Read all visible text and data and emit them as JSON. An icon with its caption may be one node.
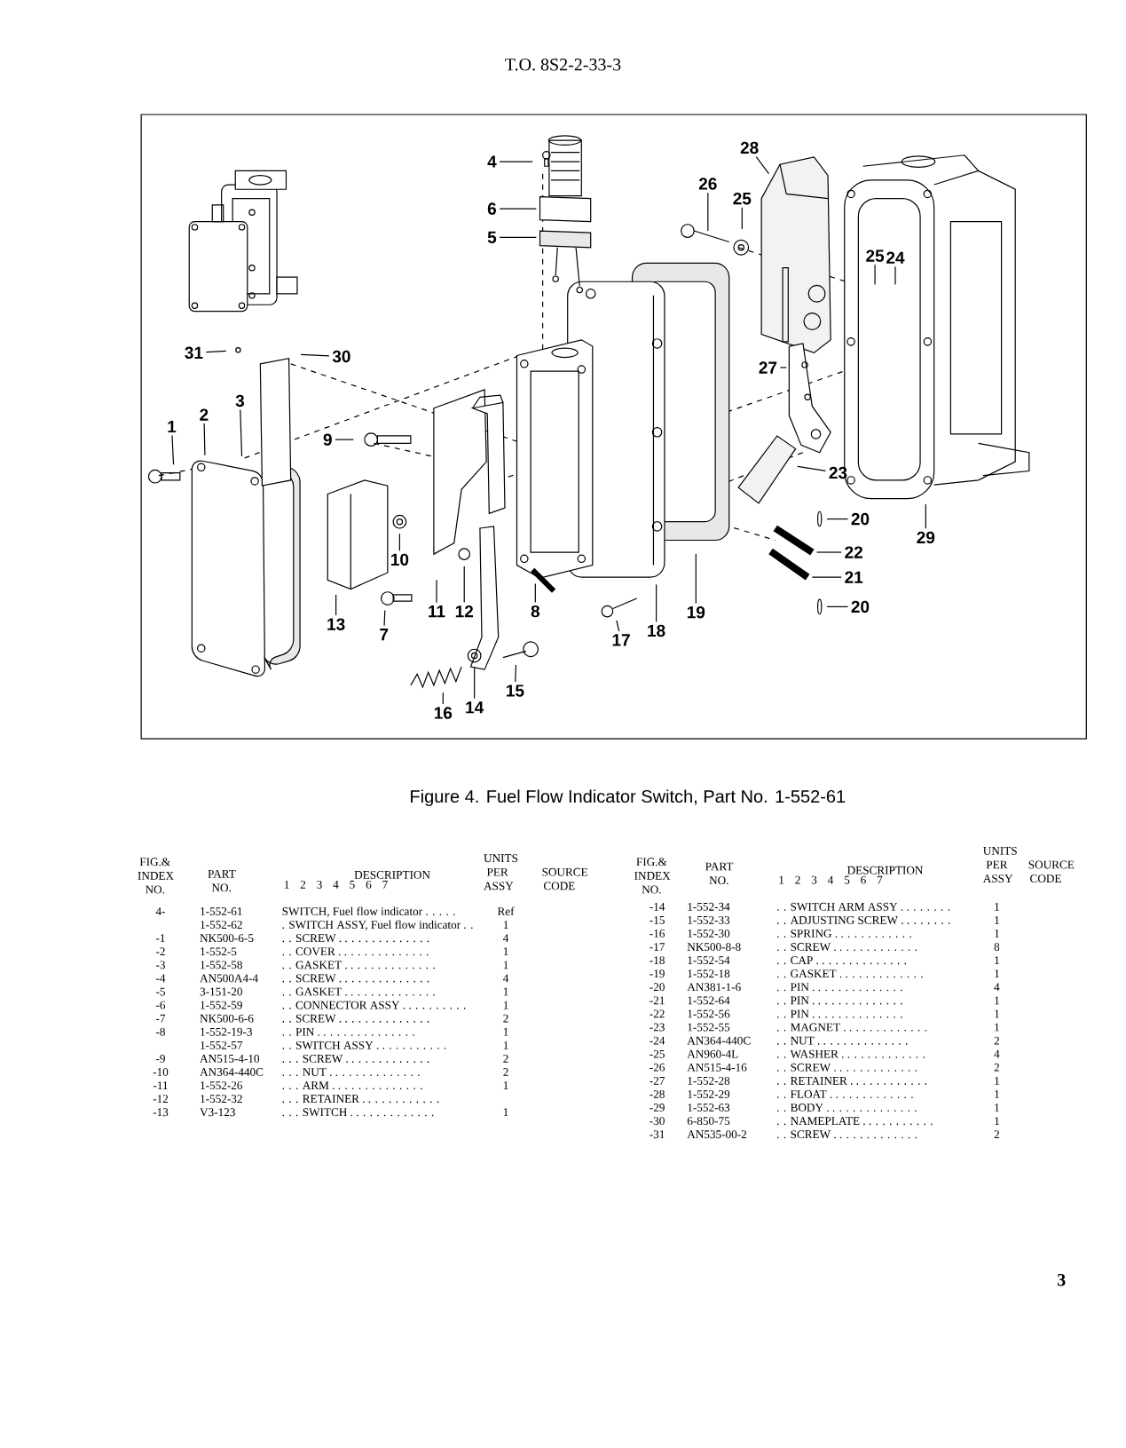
{
  "diagram": {
    "title": "T.O. 8S2-2-33-3",
    "caption": "Figure 4. Fuel Flow Indicator Switch, Part No. 1-552-61",
    "nodes": [
      {
        "text": [
          "28"
        ]
      },
      {
        "text": [
          "4"
        ]
      },
      {
        "text": [
          "26"
        ]
      },
      {
        "text": [
          "25"
        ]
      },
      {
        "text": [
          "6"
        ]
      },
      {
        "text": [
          "5"
        ]
      },
      {
        "text": [
          "25"
        ]
      },
      {
        "text": [
          "24"
        ]
      },
      {
        "text": [
          "31"
        ]
      },
      {
        "text": [
          "30"
        ]
      },
      {
        "text": [
          "27"
        ]
      },
      {
        "text": [
          "3"
        ]
      },
      {
        "text": [
          "2"
        ]
      },
      {
        "text": [
          "1"
        ]
      },
      {
        "text": [
          "9"
        ]
      },
      {
        "text": [
          "23"
        ]
      },
      {
        "text": [
          "20"
        ]
      },
      {
        "text": [
          "29"
        ]
      },
      {
        "text": [
          "22"
        ]
      },
      {
        "text": [
          "10"
        ]
      },
      {
        "text": [
          "21"
        ]
      },
      {
        "text": [
          "20"
        ]
      },
      {
        "text": [
          "11"
        ]
      },
      {
        "text": [
          "12"
        ]
      },
      {
        "text": [
          "8"
        ]
      },
      {
        "text": [
          "19"
        ]
      },
      {
        "text": [
          "13"
        ]
      },
      {
        "text": [
          "7"
        ]
      },
      {
        "text": [
          "18"
        ]
      },
      {
        "text": [
          "17"
        ]
      },
      {
        "text": [
          "15"
        ]
      },
      {
        "text": [
          "14"
        ]
      },
      {
        "text": [
          "16"
        ]
      }
    ],
    "edges": [
      {
        "from": 0,
        "to": null,
        "arrow": "none"
      },
      {
        "from": 1,
        "to": null,
        "arrow": "none"
      },
      {
        "from": 2,
        "to": null,
        "arrow": "none"
      },
      {
        "from": 3,
        "to": null,
        "arrow": "none"
      },
      {
        "from": 4,
        "to": null,
        "arrow": "none"
      },
      {
        "from": 5,
        "to": null,
        "arrow": "none"
      },
      {
        "from": 6,
        "to": null,
        "arrow": "none"
      },
      {
        "from": 7,
        "to": null,
        "arrow": "none"
      },
      {
        "from": 8,
        "to": null,
        "arrow": "none"
      },
      {
        "from": 9,
        "to": null,
        "arrow": "none"
      },
      {
        "from": 10,
        "to": null,
        "arrow": "none"
      },
      {
        "from": 11,
        "to": null,
        "arrow": "none"
      },
      {
        "from": 12,
        "to": null,
        "arrow": "none"
      },
      {
        "from": 13,
        "to": null,
        "arrow": "none"
      },
      {
        "from": 14,
        "to": null,
        "arrow": "none"
      },
      {
        "from": 15,
        "to": null,
        "arrow": "none"
      },
      {
        "from": 16,
        "to": null,
        "arrow": "none"
      },
      {
        "from": 17,
        "to": null,
        "arrow": "none"
      },
      {
        "from": 18,
        "to": null,
        "arrow": "none"
      },
      {
        "from": 19,
        "to": null,
        "arrow": "none"
      },
      {
        "from": 20,
        "to": null,
        "arrow": "none"
      },
      {
        "from": 21,
        "to": null,
        "arrow": "none"
      },
      {
        "from": 22,
        "to": null,
        "arrow": "none"
      },
      {
        "from": 23,
        "to": null,
        "arrow": "none"
      },
      {
        "from": 24,
        "to": null,
        "arrow": "none"
      },
      {
        "from": 25,
        "to": null,
        "arrow": "none"
      },
      {
        "from": 26,
        "to": null,
        "arrow": "none"
      },
      {
        "from": 27,
        "to": null,
        "arrow": "none"
      },
      {
        "from": 28,
        "to": null,
        "arrow": "none"
      },
      {
        "from": 29,
        "to": null,
        "arrow": "none"
      },
      {
        "from": 30,
        "to": null,
        "arrow": "none"
      },
      {
        "from": 31,
        "to": null,
        "arrow": "none"
      },
      {
        "from": 32,
        "to": null,
        "arrow": "none"
      }
    ],
    "labels": [
      "FIG.& INDEX NO.",
      "PART NO.",
      "DESCRIPTION",
      "1 2 3 4 5 6 7",
      "UNITS PER ASSY",
      "SOURCE CODE",
      "4-",
      "1-552-61",
      "SWITCH, Fuel flow indicator . . . . .",
      "Ref",
      "1-552-62",
      ". SWITCH ASSY, Fuel flow indicator . .",
      "1",
      "-1",
      "NK500-6-5",
      ". . SCREW . . . . . . . . . . . . . .",
      "4",
      "-2",
      "1-552-5",
      ". . COVER . . . . . . . . . . . . . .",
      "1",
      "-3",
      "1-552-58",
      ". . GASKET . . . . . . . . . . . . . .",
      "1",
      "-4",
      "AN500A4-4",
      ". . SCREW . . . . . . . . . . . . . .",
      "4",
      "-5",
      "3-151-20",
      ". . GASKET . . . . . . . . . . . . . .",
      "1",
      "-6",
      "1-552-59",
      ". . CONNECTOR ASSY . . . . . . . . . .",
      "1",
      "-7",
      "NK500-6-6",
      ". . SCREW . . . . . . . . . . . . . .",
      "2",
      "-8",
      "1-552-19-3",
      ". . PIN . . . . . . . . . . . . . . .",
      "1",
      "1-552-57",
      ". . SWITCH ASSY . . . . . . . . . . .",
      "1",
      "-9",
      "AN515-4-10",
      ". . . SCREW . . . . . . . . . . . . .",
      "2",
      "-10",
      "AN364-440C",
      ". . . NUT . . . . . . . . . . . . . .",
      "2",
      "-11",
      "1-552-26",
      ". . . ARM . . . . . . . . . . . . . .",
      "1",
      "-12",
      "1-552-32",
      ". . . RETAINER . . . . . . . . . . . .",
      "-13",
      "V3-123",
      ". . . SWITCH . . . . . . . . . . . . .",
      "1",
      "FIG.& INDEX NO.",
      "PART NO.",
      "DESCRIPTION",
      "1 2 3 4 5 6 7",
      "UNITS PER ASSY",
      "SOURCE CODE",
      "-14",
      "1-552-34",
      ". . SWITCH ARM ASSY . . . . . . . .",
      "1",
      "-15",
      "1-552-33",
      ". . ADJUSTING SCREW . . . . . . . .",
      "1",
      "-16",
      "1-552-30",
      ". . SPRING . . . . . . . . . . . .",
      "1",
      "-17",
      "NK500-8-8",
      ". . SCREW . . . . . . . . . . . . .",
      "8",
      "-18",
      "1-552-54",
      ". . CAP . . . . . . . . . . . . . .",
      "1",
      "-19",
      "1-552-18",
      ". . GASKET . . . . . . . . . . . . .",
      "1",
      "-20",
      "AN381-1-6",
      ". . PIN . . . . . . . . . . . . . .",
      "4",
      "-21",
      "1-552-64",
      ". . PIN . . . . . . . . . . . . . .",
      "1",
      "-22",
      "1-552-56",
      ". . PIN . . . . . . . . . . . . . .",
      "1",
      "-23",
      "1-552-55",
      ". . MAGNET . . . . . . . . . . . . .",
      "1",
      "-24",
      "AN364-440C",
      ". . NUT . . . . . . . . . . . . . .",
      "2",
      "-25",
      "AN960-4L",
      ". . WASHER . . . . . . . . . . . . .",
      "4",
      "-26",
      "AN515-4-16",
      ". . SCREW . . . . . . . . . . . . .",
      "2",
      "-27",
      "1-552-28",
      ". . RETAINER . . . . . . . . . . . .",
      "1",
      "-28",
      "1-552-29",
      ". . FLOAT . . . . . . . . . . . . .",
      "1",
      "-29",
      "1-552-63",
      ". . BODY . . . . . . . . . . . . . .",
      "1",
      "-30",
      "6-850-75",
      ". . NAMEPLATE . . . . . . . . . . .",
      "1",
      "-31",
      "AN535-00-2",
      ". . SCREW . . . . . . . . . . . . .",
      "2",
      "3"
    ]
  }
}
